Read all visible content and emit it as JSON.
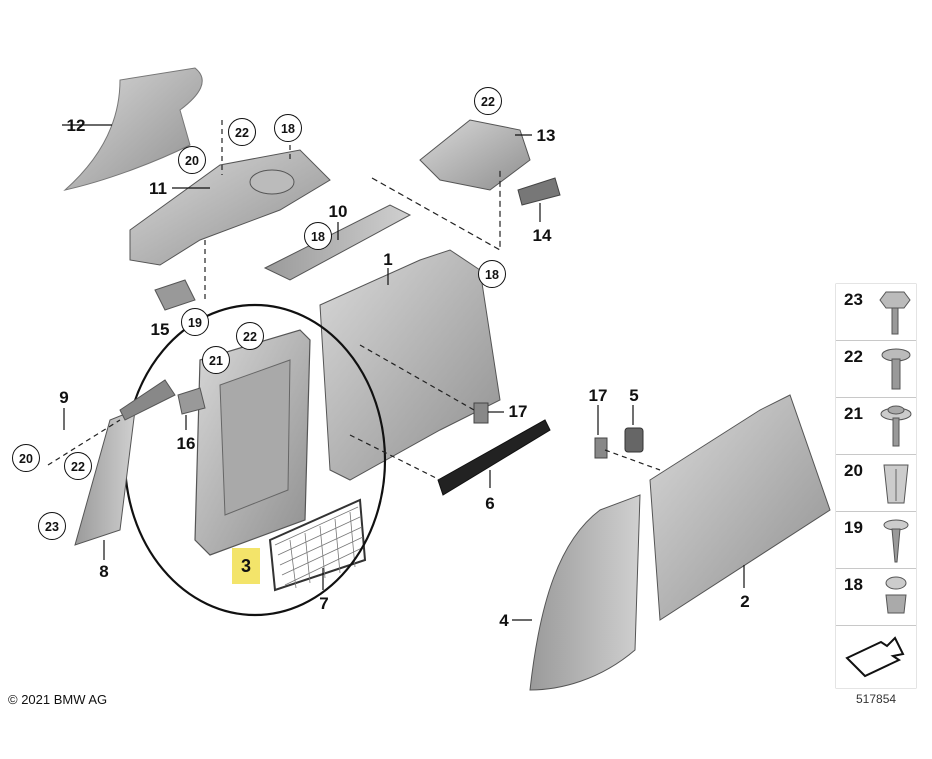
{
  "diagram": {
    "copyright": "© 2021 BMW AG",
    "image_number": "517854",
    "highlighted_part": "3",
    "callouts": [
      {
        "id": "c12",
        "label": "12"
      },
      {
        "id": "c11",
        "label": "11"
      },
      {
        "id": "c10",
        "label": "10"
      },
      {
        "id": "c13",
        "label": "13"
      },
      {
        "id": "c14",
        "label": "14"
      },
      {
        "id": "c1",
        "label": "1"
      },
      {
        "id": "c15",
        "label": "15"
      },
      {
        "id": "c9",
        "label": "9"
      },
      {
        "id": "c16",
        "label": "16"
      },
      {
        "id": "c8",
        "label": "8"
      },
      {
        "id": "c17",
        "label": "17"
      },
      {
        "id": "c6",
        "label": "6"
      },
      {
        "id": "c7",
        "label": "7"
      },
      {
        "id": "c17b",
        "label": "17"
      },
      {
        "id": "c5",
        "label": "5"
      },
      {
        "id": "c4",
        "label": "4"
      },
      {
        "id": "c2",
        "label": "2"
      }
    ],
    "circled": [
      {
        "id": "r22a",
        "label": "22"
      },
      {
        "id": "r18a",
        "label": "18"
      },
      {
        "id": "r20a",
        "label": "20"
      },
      {
        "id": "r22b",
        "label": "22"
      },
      {
        "id": "r18b",
        "label": "18"
      },
      {
        "id": "r18c",
        "label": "18"
      },
      {
        "id": "r19",
        "label": "19"
      },
      {
        "id": "r22c",
        "label": "22"
      },
      {
        "id": "r21",
        "label": "21"
      },
      {
        "id": "r20b",
        "label": "20"
      },
      {
        "id": "r22d",
        "label": "22"
      },
      {
        "id": "r23",
        "label": "23"
      }
    ]
  },
  "legend": {
    "items": [
      {
        "number": "23",
        "icon": "hex-bolt-icon"
      },
      {
        "number": "22",
        "icon": "flange-screw-icon"
      },
      {
        "number": "21",
        "icon": "washer-screw-icon"
      },
      {
        "number": "20",
        "icon": "expanding-nut-icon"
      },
      {
        "number": "19",
        "icon": "self-tapping-screw-icon"
      },
      {
        "number": "18",
        "icon": "push-clip-icon"
      }
    ],
    "footer_icon": "arrow-icon"
  }
}
